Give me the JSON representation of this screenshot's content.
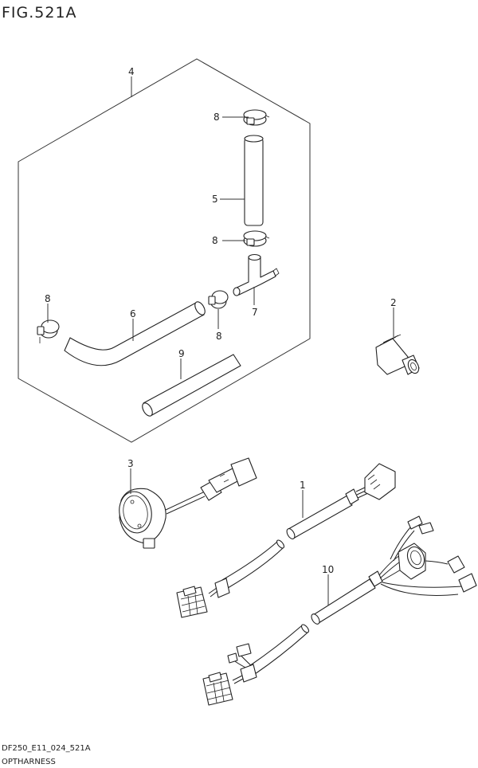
{
  "header": {
    "figure_title": "FIG.521A"
  },
  "footer": {
    "drawing_code": "DF250_E11_024_521A",
    "section_name": "OPTHARNESS"
  },
  "callouts": {
    "c1": "1",
    "c2": "2",
    "c3": "3",
    "c4": "4",
    "c5": "5",
    "c6": "6",
    "c7": "7",
    "c8a": "8",
    "c8b": "8",
    "c8c": "8",
    "c8d": "8",
    "c9": "9",
    "c10": "10"
  }
}
